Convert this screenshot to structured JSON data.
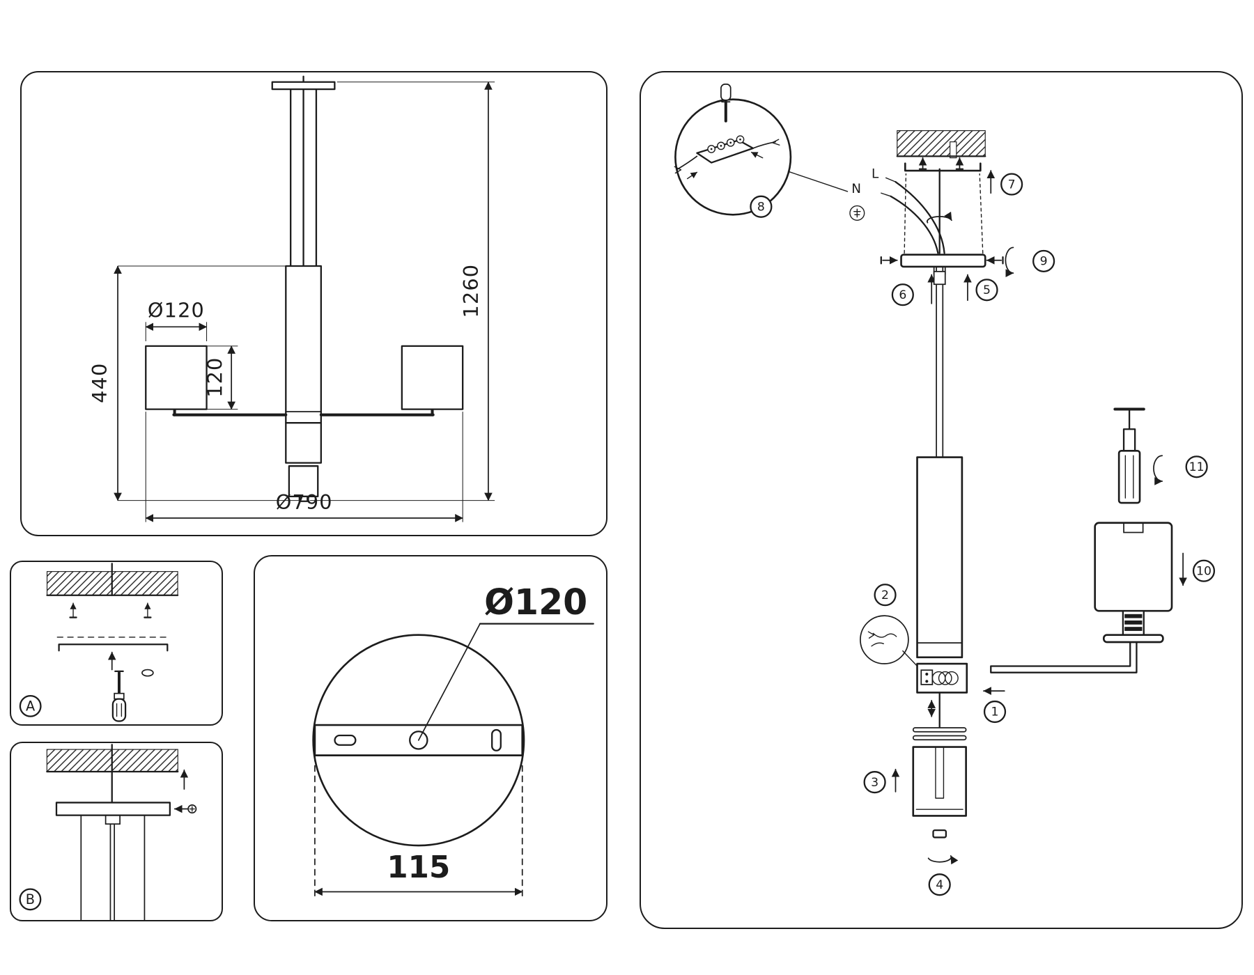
{
  "colors": {
    "line": "#1c1c1c",
    "background": "#ffffff"
  },
  "dim_panel": {
    "shade_diameter": "Ø120",
    "drop_height": "440",
    "shade_height": "120",
    "total_height": "1260",
    "total_diameter": "Ø790"
  },
  "panel_a": {
    "label": "A"
  },
  "panel_b": {
    "label": "B"
  },
  "plate_panel": {
    "plate_diameter": "Ø120",
    "hole_spacing": "115"
  },
  "assembly": {
    "wire_n": "N",
    "wire_l": "L",
    "steps": {
      "s1": "1",
      "s2": "2",
      "s3": "3",
      "s4": "4",
      "s5": "5",
      "s6": "6",
      "s7": "7",
      "s8": "8",
      "s9": "9",
      "s10": "10",
      "s11": "11"
    }
  }
}
